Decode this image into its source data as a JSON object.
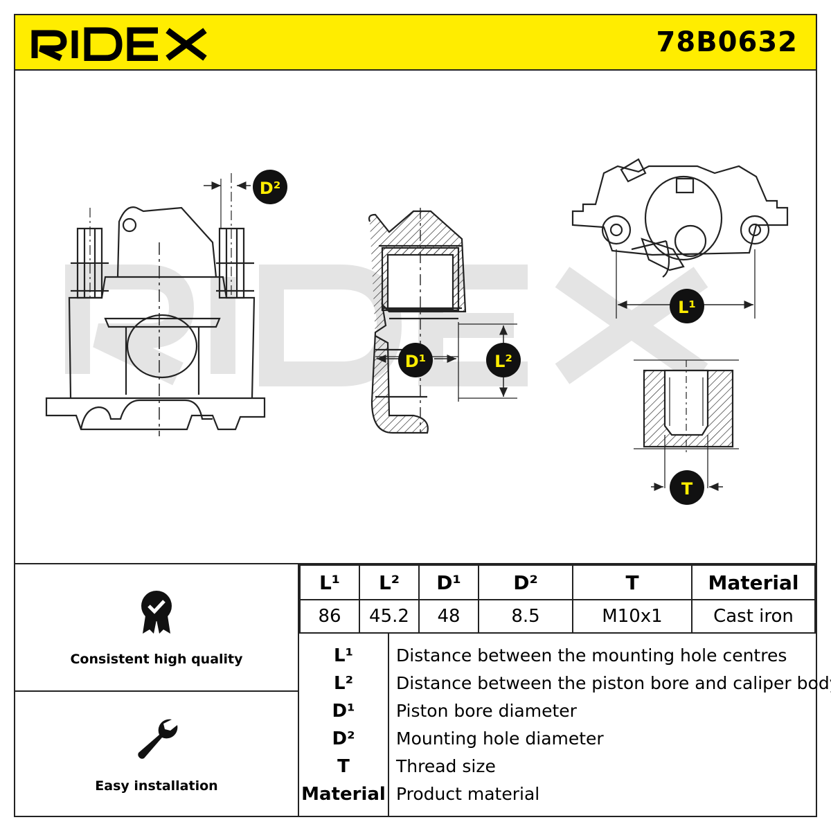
{
  "brand": "RIDEX",
  "part_number": "78B0632",
  "colors": {
    "brand_yellow": "#ffed00",
    "line": "#222222",
    "watermark": "#e6e6e6"
  },
  "watermark": "RIDEX",
  "drawing_labels": {
    "d2": "D²",
    "d1": "D¹",
    "l2": "L²",
    "l1": "L¹",
    "t": "T"
  },
  "features": [
    {
      "icon": "quality-badge-icon",
      "label": "Consistent high quality"
    },
    {
      "icon": "wrench-icon",
      "label": "Easy installation"
    }
  ],
  "spec_table": {
    "headers": [
      "L¹",
      "L²",
      "D¹",
      "D²",
      "T",
      "Material"
    ],
    "values": [
      "86",
      "45.2",
      "48",
      "8.5",
      "M10x1",
      "Cast iron"
    ]
  },
  "legend": [
    {
      "key": "L¹",
      "desc": "Distance between the mounting hole centres"
    },
    {
      "key": "L²",
      "desc": "Distance between the piston bore and caliper body"
    },
    {
      "key": "D¹",
      "desc": "Piston bore diameter"
    },
    {
      "key": "D²",
      "desc": "Mounting hole diameter"
    },
    {
      "key": "T",
      "desc": "Thread size"
    },
    {
      "key": "Material",
      "desc": "Product material"
    }
  ]
}
